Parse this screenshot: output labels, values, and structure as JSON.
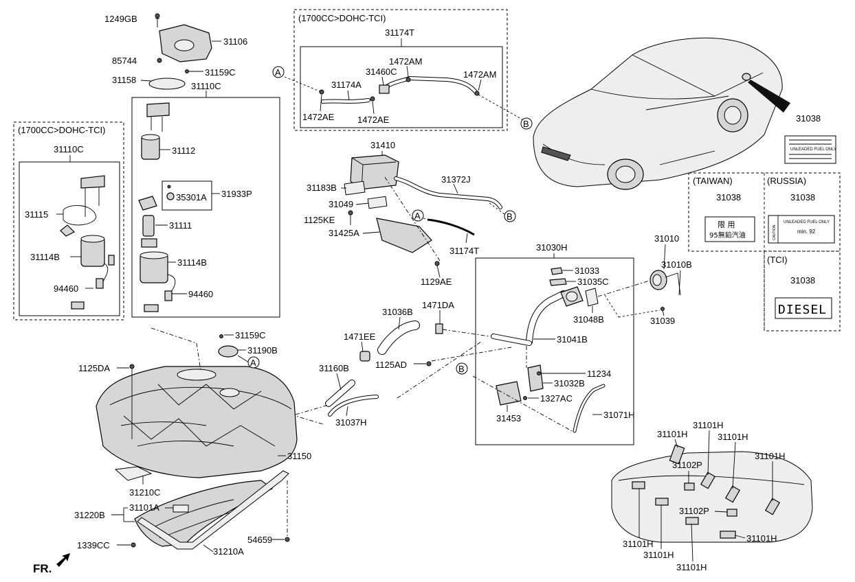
{
  "labels": {
    "l1249GB": "1249GB",
    "l31106": "31106",
    "l85744": "85744",
    "l31158": "31158",
    "l31159C_top": "31159C",
    "l31110C_top": "31110C",
    "l31112": "31112",
    "l35301A": "35301A",
    "l31933P": "31933P",
    "l31111": "31111",
    "l31114B_main": "31114B",
    "l94460_main": "94460",
    "l31115": "31115",
    "l31114B_tci": "31114B",
    "l94460_tci": "94460",
    "l31110C_tci": "31110C",
    "l31174T_top": "31174T",
    "l1472AM_a": "1472AM",
    "l1472AM_b": "1472AM",
    "l31460C": "31460C",
    "l31174A": "31174A",
    "l1472AE_a": "1472AE",
    "l1472AE_b": "1472AE",
    "l31410": "31410",
    "l31183B": "31183B",
    "l31049": "31049",
    "l1125KE": "1125KE",
    "l31425A": "31425A",
    "l31372J": "31372J",
    "l31174T_mid": "31174T",
    "l1129AE": "1129AE",
    "l31030H": "31030H",
    "l31033": "31033",
    "l31035C": "31035C",
    "l31048B": "31048B",
    "l31041B": "31041B",
    "l11234": "11234",
    "l31032B": "31032B",
    "l1327AC": "1327AC",
    "l31453": "31453",
    "l31071H": "31071H",
    "l31010": "31010",
    "l31010B": "31010B",
    "l31039": "31039",
    "l31036B": "31036B",
    "l1471DA": "1471DA",
    "l1471EE": "1471EE",
    "l1125AD": "1125AD",
    "l31160B": "31160B",
    "l31037H": "31037H",
    "l31159C_b": "31159C",
    "l31190B": "31190B",
    "l1125DA": "1125DA",
    "l31150": "31150",
    "l31210C": "31210C",
    "l31220B": "31220B",
    "l31101A": "31101A",
    "l1339CC": "1339CC",
    "l54659": "54659",
    "l31210A": "31210A",
    "l31038_car": "31038",
    "l31038_tw": "31038",
    "l31038_ru": "31038",
    "l31038_tci": "31038",
    "h1": "31101H",
    "h2": "31101H",
    "h3": "31101H",
    "h4": "31101H",
    "h5": "31101H",
    "h6": "31101H",
    "h7": "31101H",
    "h8": "31101H",
    "p1": "31102P",
    "p2": "31102P",
    "calloutA": "A",
    "calloutB": "B",
    "fr": "FR."
  },
  "groups": {
    "tci_pump": "(1700CC>DOHC-TCI)",
    "tci_vapor": "(1700CC>DOHC-TCI)",
    "taiwan": "(TAIWAN)",
    "russia": "(RUSSIA)",
    "tci_label": "(TCI)"
  },
  "decals": {
    "taiwan_line1": "限   用",
    "taiwan_line2": "95無鉛汽油",
    "russia_line1": "UNLEADED FUEL ONLY",
    "russia_line2": "min. 92",
    "russia_side": "CAUTION",
    "diesel": "DIESEL",
    "car_line1": "UNLEADED FUEL ONLY"
  },
  "colors": {
    "line": "#000000",
    "part_fill": "#d6d6d6",
    "background": "#ffffff"
  }
}
